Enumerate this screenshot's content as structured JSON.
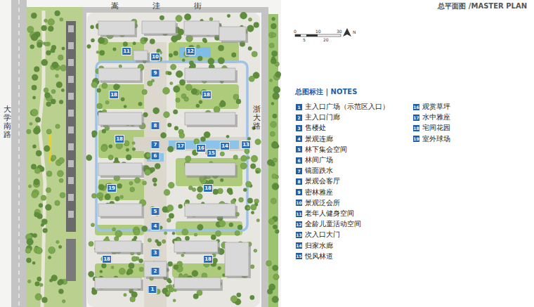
{
  "diagram": {
    "title": "总平面图 /MASTER PLAN",
    "labels": [
      "嵩洼街",
      "大学南路",
      "浙大路",
      "0",
      "5",
      "10",
      "20",
      "30",
      "N",
      "总图标注 | NOTES",
      "1",
      "2",
      "3",
      "4",
      "5",
      "6",
      "7",
      "8",
      "9",
      "10",
      "11",
      "12",
      "13",
      "14",
      "15",
      "16",
      "17",
      "18",
      "19",
      "11",
      "10",
      "12",
      "9",
      "18",
      "18",
      "8",
      "18",
      "7",
      "17",
      "16",
      "15",
      "14",
      "13",
      "6",
      "19",
      "18",
      "5",
      "4",
      "3",
      "18",
      "18",
      "2",
      "1"
    ],
    "legend": [
      {
        "text": "主入口广场（示范区入口）",
        "color": "#1f5fa8"
      },
      {
        "text": "主入口门廊",
        "color": "#1f5fa8"
      },
      {
        "text": "售楼处",
        "color": "#1f5fa8"
      },
      {
        "text": "景观连廊",
        "color": "#1f5fa8"
      },
      {
        "text": "林下集会空间",
        "color": "#1f5fa8"
      },
      {
        "text": "林间广场",
        "color": "#1f5fa8"
      },
      {
        "text": "镜面跌水",
        "color": "#1f5fa8"
      },
      {
        "text": "景观会客厅",
        "color": "#1f5fa8"
      },
      {
        "text": "密林雅座",
        "color": "#1f5fa8"
      },
      {
        "text": "景观泛会所",
        "color": "#1f5fa8"
      },
      {
        "text": "老年人健身空间",
        "color": "#1f5fa8"
      },
      {
        "text": "全龄儿童活动空间",
        "color": "#1f5fa8"
      },
      {
        "text": "次入口大门",
        "color": "#1f5fa8"
      },
      {
        "text": "归家水廊",
        "color": "#1f5fa8"
      },
      {
        "text": "悦风林道",
        "color": "#1f5fa8"
      },
      {
        "text": "观赏草坪",
        "color": "#1f5fa8"
      },
      {
        "text": "水中雅座",
        "color": "#1f5fa8"
      },
      {
        "text": "宅间花园",
        "color": "#1f5fa8"
      },
      {
        "text": "室外球场",
        "color": "#1f5fa8"
      }
    ]
  }
}
